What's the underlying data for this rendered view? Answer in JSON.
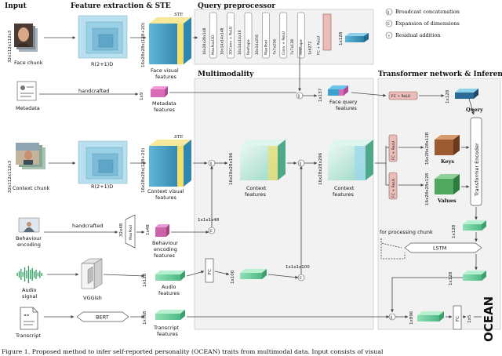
{
  "sections": {
    "input": "Input",
    "feature": "Feature extraction & STE",
    "query": "Query preprocessor",
    "multimodality": "Multimodality",
    "transformer": "Transformer network & Inference"
  },
  "legend": {
    "broadcast": "Broadcast concatenation",
    "expansion": "Expansion of dimensions",
    "residual": "Residual addition",
    "broadcast_sym": "||",
    "expansion_sym": "E",
    "residual_sym": "+"
  },
  "inputs": {
    "face_chunk": "Face chunk",
    "face_dim": "32x112x112x3",
    "metadata": "Metadata",
    "context_chunk": "Context chunk",
    "context_dim": "32x112x112x3",
    "behaviour_1": "Behaviour",
    "behaviour_2": "encoding",
    "audio_1": "Audio",
    "audio_2": "signal",
    "transcript": "Transcript"
  },
  "extract": {
    "r21d_face": "R(2+1)D",
    "r21d_context": "R(2+1)D",
    "ste": "STE",
    "face_out_dim": "16x28x28x(128+20)",
    "context_out_dim": "16x28x28x(128+20)",
    "face_vis_1": "Face visual",
    "face_vis_2": "features",
    "context_vis_1": "Context visual",
    "context_vis_2": "features",
    "handcrafted_meta": "handcrafted",
    "meta_dim": "1x9",
    "meta_feat_1": "Metadata",
    "meta_feat_2": "features",
    "handcrafted_beh": "handcrafted",
    "beh_dim": "32x48",
    "maxpool": "MaxPool",
    "beh_out_dim": "1x48",
    "beh_feat_1": "Behaviour",
    "beh_feat_2": "encoding",
    "beh_feat_3": "features",
    "vggish": "VGGish",
    "audio_dim": "1x128",
    "audio_feat_1": "Audio",
    "audio_feat_2": "features",
    "bert": "BERT",
    "text_dim": "1x768",
    "text_feat_1": "Transcript",
    "text_feat_2": "features"
  },
  "query_layers": [
    "16x28x28x148",
    "MaxPool3D",
    "16x14x14x148",
    "3DConv + ReLU",
    "16x14x14x16",
    "Reshape",
    "16x14x256",
    "MaxPool",
    "7x7x256",
    "Conv + ReLU",
    "7x7x128",
    "Reshape",
    "1x6272",
    "FC + ReLU"
  ],
  "query": {
    "out_dim": "1x128",
    "concat_dim": "1x137",
    "face_query_1": "Face query",
    "face_query_2": "features"
  },
  "multi": {
    "beh_expand_dim": "1x1x1x48",
    "ctx1_dim": "16x28x28x196",
    "ctx1_1": "Context",
    "ctx1_2": "features",
    "ctx2_dim": "16x28x28x296",
    "ctx2_1": "Context",
    "ctx2_2": "features",
    "fc": "FC",
    "fc_out_dim": "1x100",
    "expand_dim": "1x1x1x100"
  },
  "transformer": {
    "fc_relu_q": "FC + ReLU",
    "q_dim": "1x128",
    "query": "Query",
    "fc_relu_k": "FC + ReLU",
    "fc_relu_v": "FC + ReLU",
    "k_dim": "16x28x28x128",
    "v_dim": "16x28x28x128",
    "keys": "Keys",
    "values": "Values",
    "encoder": "Transformer Encoder",
    "enc_out_dim": "1x128",
    "processing": "for processing chunk",
    "lstm": "LSTM",
    "lstm_out_dim": "1x128",
    "final_dim": "1x896",
    "fc": "FC",
    "out_dim": "1x5",
    "ocean": "OCEAN"
  },
  "caption": "Figure 1. Proposed method to infer self-reported personality (OCEAN) traits from multimodal data. Input consists of visual"
}
